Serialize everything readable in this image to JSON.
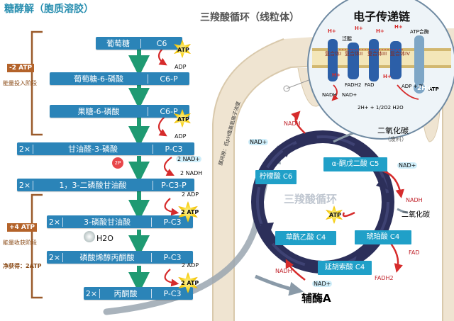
{
  "titles": {
    "glycolysis": "糖酵解（胞质溶胶）",
    "krebs": "三羧酸循环（线粒体）",
    "etc": "电子传递链"
  },
  "glycolysis": {
    "glucose": {
      "name": "葡萄糖",
      "formula": "C6"
    },
    "g6p": {
      "name": "葡萄糖-6-磷酸",
      "formula": "C6-P"
    },
    "f6p": {
      "name": "果糖-6-磷酸",
      "formula": "C6-P"
    },
    "g3p": {
      "mult": "2×",
      "name": "甘油醛-3-磷酸",
      "formula": "P-C3"
    },
    "bpg": {
      "mult": "2×",
      "name": "1，3-二磷酸甘油酸",
      "formula": "P-C3-P"
    },
    "pg3": {
      "mult": "2×",
      "name": "3-磷酸甘油酸",
      "formula": "P-C3"
    },
    "pep": {
      "mult": "2×",
      "name": "磷酸烯醇丙酮酸",
      "formula": "P-C3"
    },
    "pyruvate": {
      "mult": "2×",
      "name": "丙酮酸",
      "formula": "P-C3"
    },
    "atp": "ATP",
    "adp": "ADP",
    "two_nad": "2 NAD+",
    "two_nadh": "2 NADH",
    "two_p": "2P",
    "two_adp": "2 ADP",
    "two_atp": "2 ATP",
    "water": "H2O",
    "invest_tag": "-2 ATP",
    "invest_label": "能量投入阶段",
    "payoff_tag": "+4 ATP",
    "payoff_label": "能量收获阶段",
    "net": "净获得：2ATP"
  },
  "krebs": {
    "cycle_name": "三羧酸循环",
    "citrate": "柠檬酸 C6",
    "akg": "α-酮戊二酸 C5",
    "succinate": "琥珀酸 C4",
    "fumarate": "延胡索酸 C4",
    "oxaloacetate": "草酰乙酸 C4",
    "nadh": "NADH",
    "nad": "NAD+",
    "atp": "ATP",
    "fad": "FAD",
    "fadh2": "FADH2",
    "co2_label": "二氧化碳",
    "co2_sub": "（废料）",
    "co2_label2": "二氧化碳",
    "coa": "辅酶A",
    "membrane_label": "膜间隙：低pH值高氢离子浓度"
  },
  "etc": {
    "complex_labels": [
      "复合体I",
      "复合体II",
      "复合体III",
      "复合体IV"
    ],
    "quinone": "泛醌",
    "atp_synthase": "ATP合酶",
    "nadh": "NADH",
    "nad": "NAD+",
    "fadh2": "FADH2",
    "fad": "FAD",
    "adp_pi": "ADP + Pi",
    "atp": "ATP",
    "two_h": "2H+",
    "water_eq": "2H+ + 1/2O2  H2O",
    "h": "H+"
  },
  "colors": {
    "glyco_bar": "#2b84b8",
    "krebs_box": "#20a0c8",
    "membrane": "#e9dcc6",
    "cycle_arrow": "#2c2f5a",
    "brace": "#9a5a2a",
    "tag": "#b4632a"
  }
}
